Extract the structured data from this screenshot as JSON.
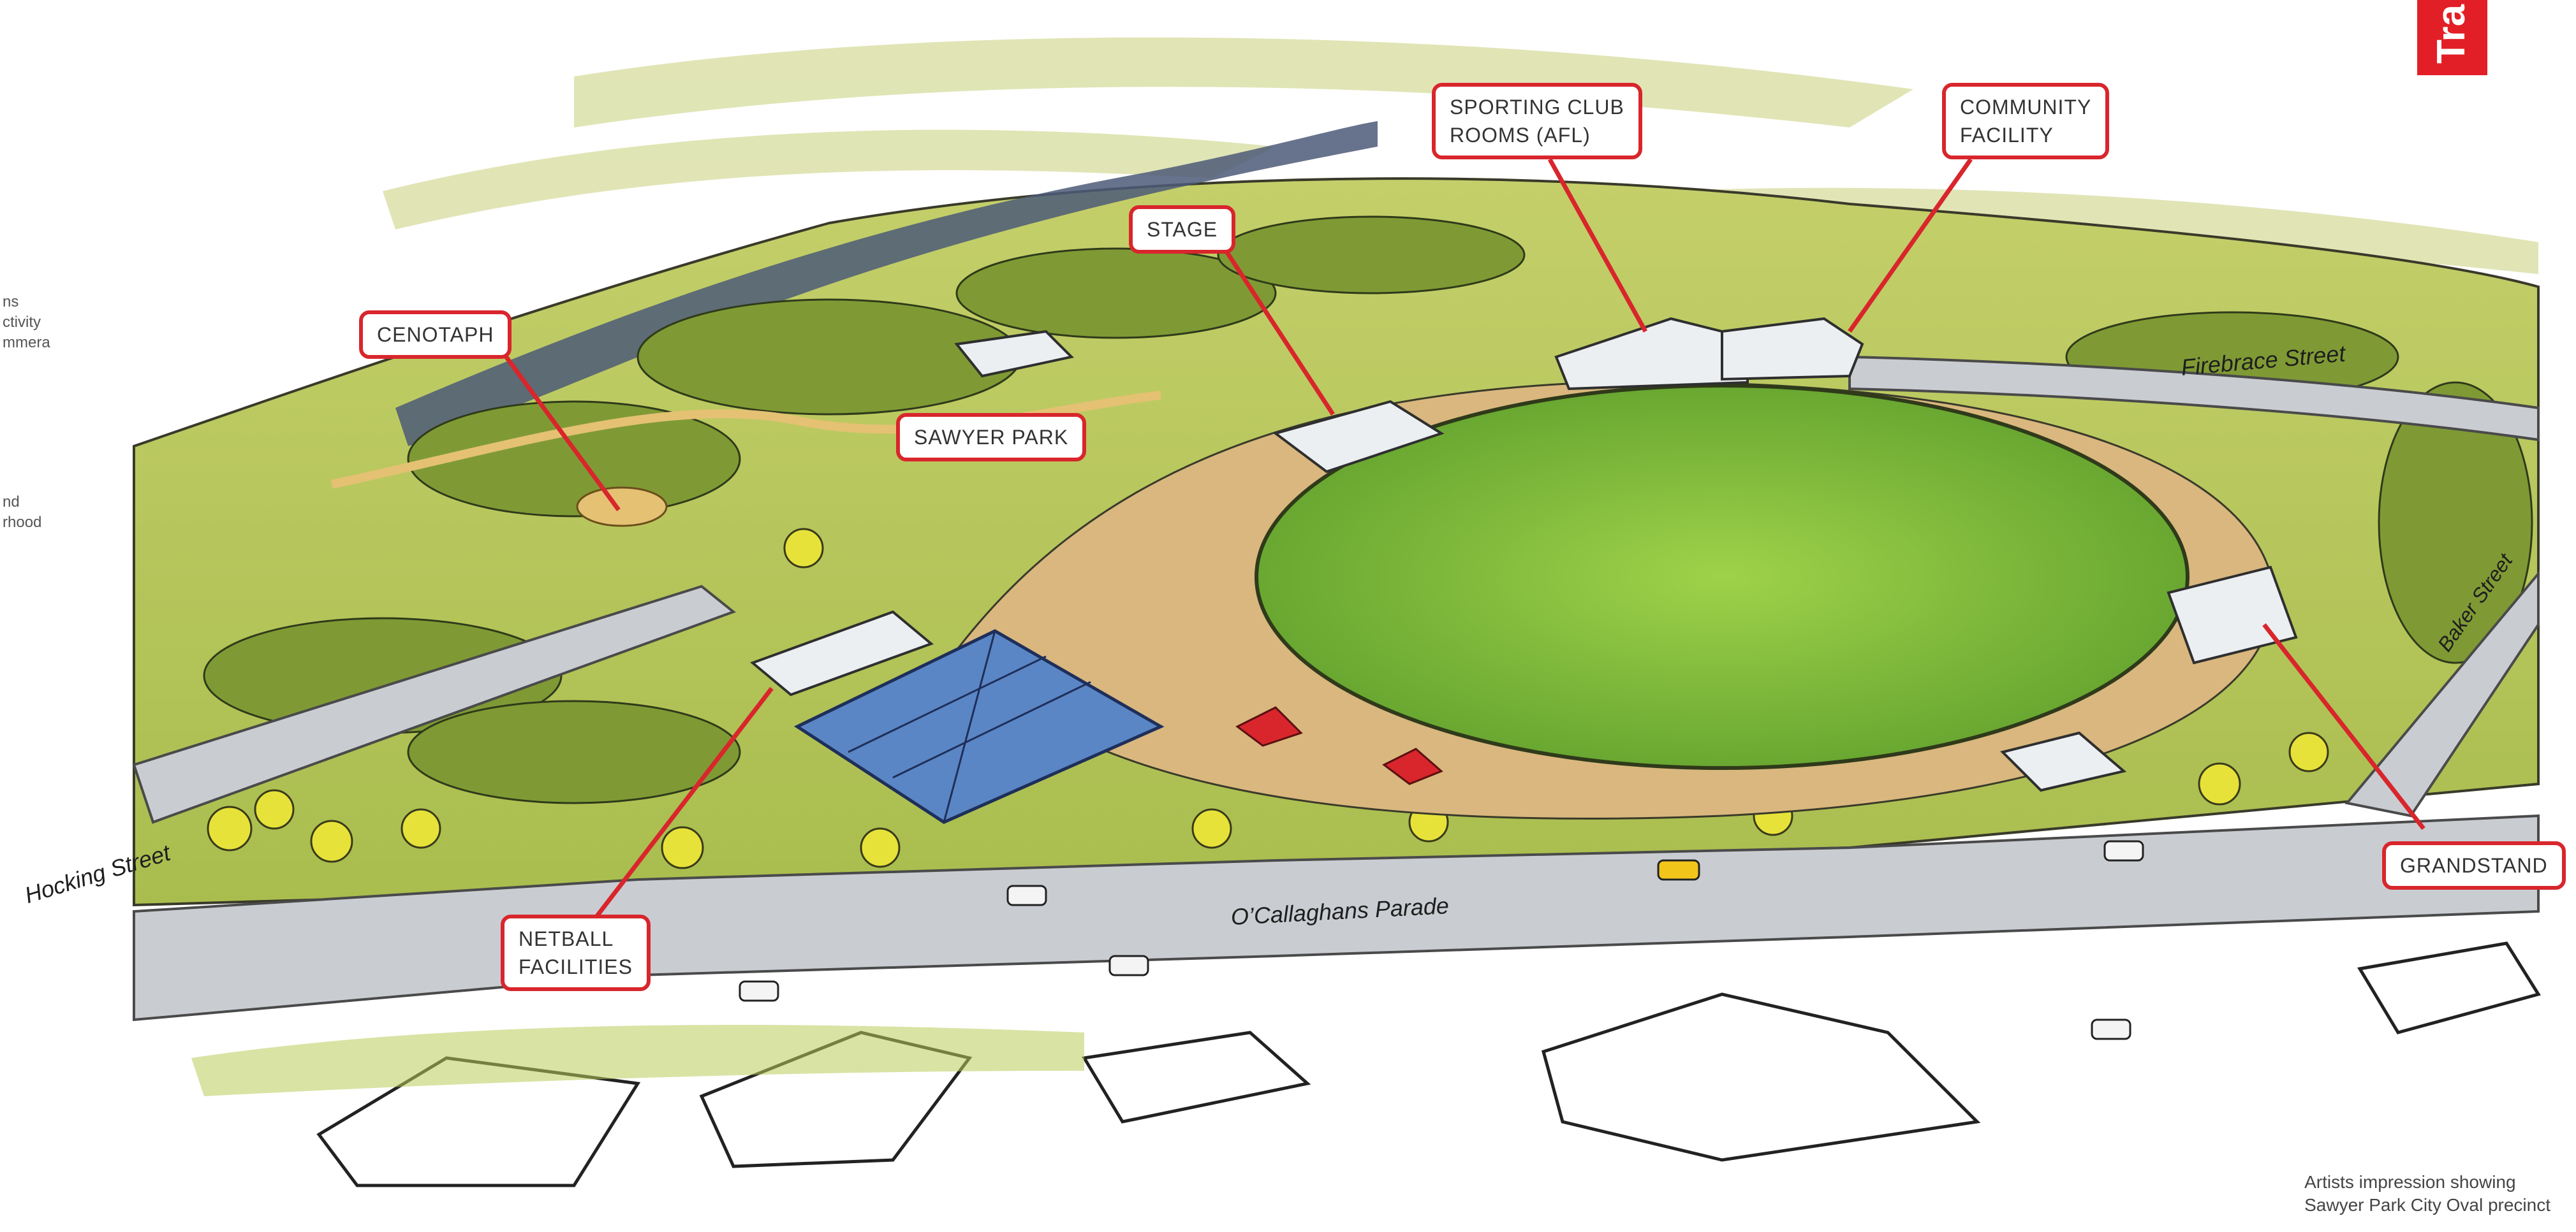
{
  "labels": {
    "sporting_club_line1": "SPORTING CLUB",
    "sporting_club_line2": "ROOMS (AFL)",
    "community_line1": "COMMUNITY",
    "community_line2": "FACILITY",
    "stage": "STAGE",
    "cenotaph": "CENOTAPH",
    "sawyer_park": "SAWYER PARK",
    "grandstand": "GRANDSTAND",
    "netball_line1": "NETBALL",
    "netball_line2": "FACILITIES"
  },
  "streets": {
    "firebrace": "Firebrace Street",
    "baker": "Baker Street",
    "hocking": "Hocking Street",
    "ocallaghans": "O’Callaghans Parade"
  },
  "edge_text": {
    "line1": "ns",
    "line2": "ctivity",
    "line3": "mmera",
    "line4": "nd",
    "line5": "rhood"
  },
  "tab": {
    "text": "Tra"
  },
  "caption": {
    "line1": "Artists impression showing",
    "line2": "Sawyer Park City Oval precinct"
  },
  "colors": {
    "accent_red": "#d8262c",
    "oval_green": "#7fbf3a",
    "netball_blue": "#5b86c5",
    "road_grey": "#c9cdd2",
    "vegetation": "#9cb545",
    "river": "#4c5a78"
  }
}
